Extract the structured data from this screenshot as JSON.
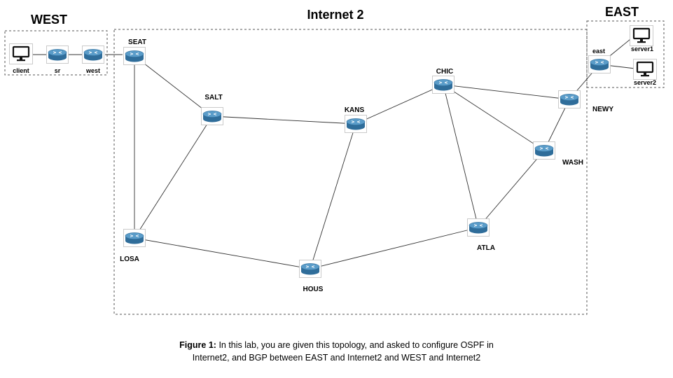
{
  "regions": {
    "west": "WEST",
    "internet2": "Internet 2",
    "east": "EAST"
  },
  "nodes": {
    "client": "client",
    "sr": "sr",
    "west": "west",
    "seat": "SEAT",
    "salt": "SALT",
    "losa": "LOSA",
    "kans": "KANS",
    "hous": "HOUS",
    "chic": "CHIC",
    "atla": "ATLA",
    "wash": "WASH",
    "newy": "NEWY",
    "east": "east",
    "server1": "server1",
    "server2": "server2"
  },
  "icons": {
    "router": "router-icon",
    "host": "computer-monitor-icon"
  },
  "colors": {
    "router_top": "#4a8fbf",
    "router_side": "#2f6d9a"
  },
  "caption": {
    "prefix": "Figure 1:",
    "line1": " In this lab, you are given this topology, and asked to configure OSPF in",
    "line2": "Internet2, and BGP between EAST and Internet2 and WEST and Internet2"
  }
}
